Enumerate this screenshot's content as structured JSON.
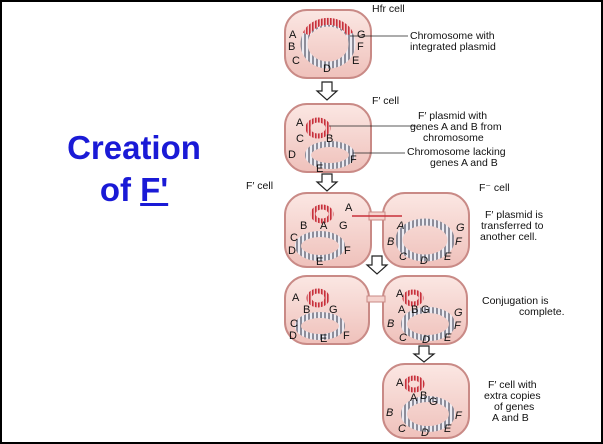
{
  "slide": {
    "title_line1": "Creation",
    "title_line2_prefix": "of ",
    "title_line2_underlined": "F'"
  },
  "diagram": {
    "stage1": {
      "cell_label": "Hfr cell",
      "callout": [
        "Chromosome with",
        "integrated plasmid"
      ],
      "genes": [
        "A",
        "G",
        "B",
        "F",
        "C",
        "D",
        "E"
      ]
    },
    "stage2": {
      "cell_label": "F′ cell",
      "callout_plasmid": [
        "F′ plasmid with",
        "genes A and B from",
        "chromosome"
      ],
      "callout_chrom": [
        "Chromosome lacking",
        "genes A and B"
      ],
      "genes": [
        "A",
        "B",
        "C",
        "D",
        "E",
        "F"
      ]
    },
    "stage3": {
      "cell_label_left": "F′ cell",
      "cell_label_right": "F⁻ cell",
      "callout": [
        "F′ plasmid is",
        "transferred to",
        "another cell."
      ]
    },
    "stage4": {
      "callout": [
        "Conjugation is",
        "complete."
      ]
    },
    "stage5": {
      "callout": [
        "F′ cell with",
        "extra copies",
        "of genes",
        "A and B"
      ]
    }
  },
  "colors": {
    "title": "#1a1ad6",
    "cell_fill": "#f7d9d4",
    "cell_edge": "#c98a86",
    "plasmid": "#c8303a",
    "chromosome": "#8d8d9a"
  }
}
